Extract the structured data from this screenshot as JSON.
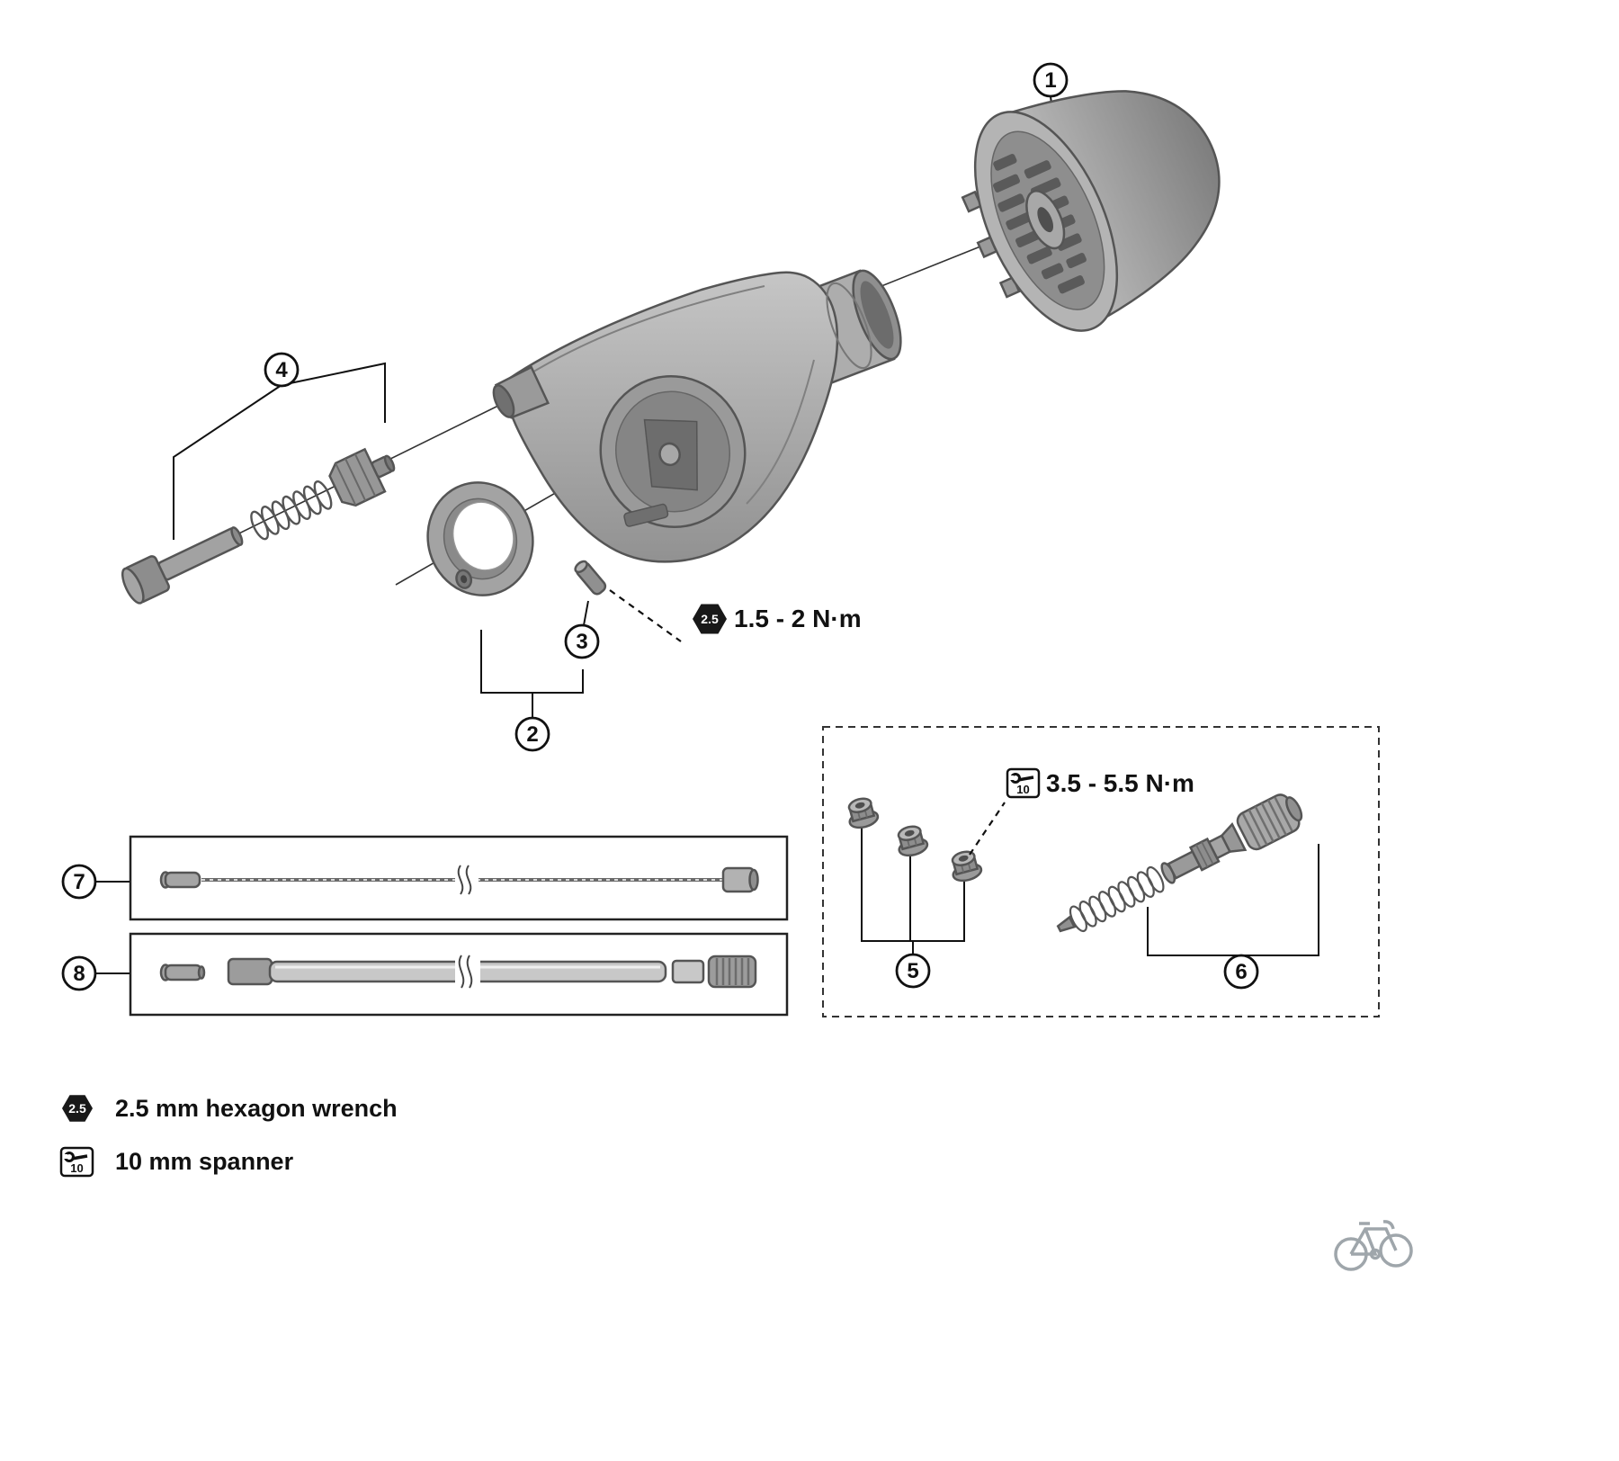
{
  "parts": {
    "p1": {
      "label": "1"
    },
    "p2": {
      "label": "2"
    },
    "p3": {
      "label": "3"
    },
    "p4": {
      "label": "4"
    },
    "p5": {
      "label": "5"
    },
    "p6": {
      "label": "6"
    },
    "p7": {
      "label": "7"
    },
    "p8": {
      "label": "8"
    }
  },
  "callouts": {
    "hex_torque": {
      "tool_size": "2.5",
      "value": "1.5 - 2 N·m"
    },
    "spanner_torque": {
      "tool_size": "10",
      "value": "3.5 - 5.5 N·m"
    }
  },
  "legend": {
    "hex_wrench": {
      "tool_size": "2.5",
      "label": "2.5 mm hexagon wrench"
    },
    "spanner": {
      "tool_size": "10",
      "label": "10 mm spanner"
    }
  }
}
